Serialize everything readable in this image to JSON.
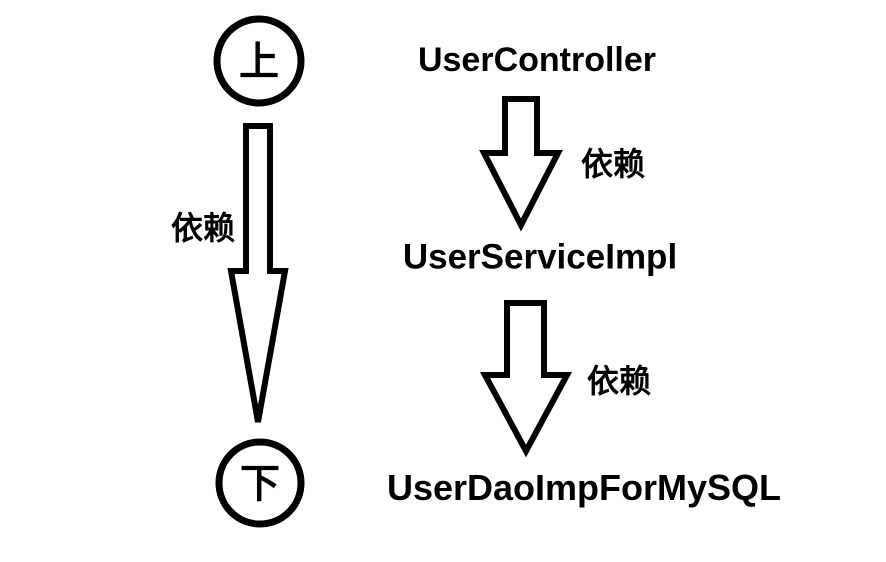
{
  "diagram": {
    "colors": {
      "background": "#ffffff",
      "line": "#000000",
      "text": "#000000"
    },
    "left_column": {
      "top_circle_label": "上",
      "bottom_circle_label": "下",
      "arrow_label": "依赖"
    },
    "right_column": {
      "layers": [
        "UserController",
        "UserServiceImpl",
        "UserDaoImpForMySQL"
      ],
      "arrow_labels": [
        "依赖",
        "依赖"
      ]
    }
  }
}
